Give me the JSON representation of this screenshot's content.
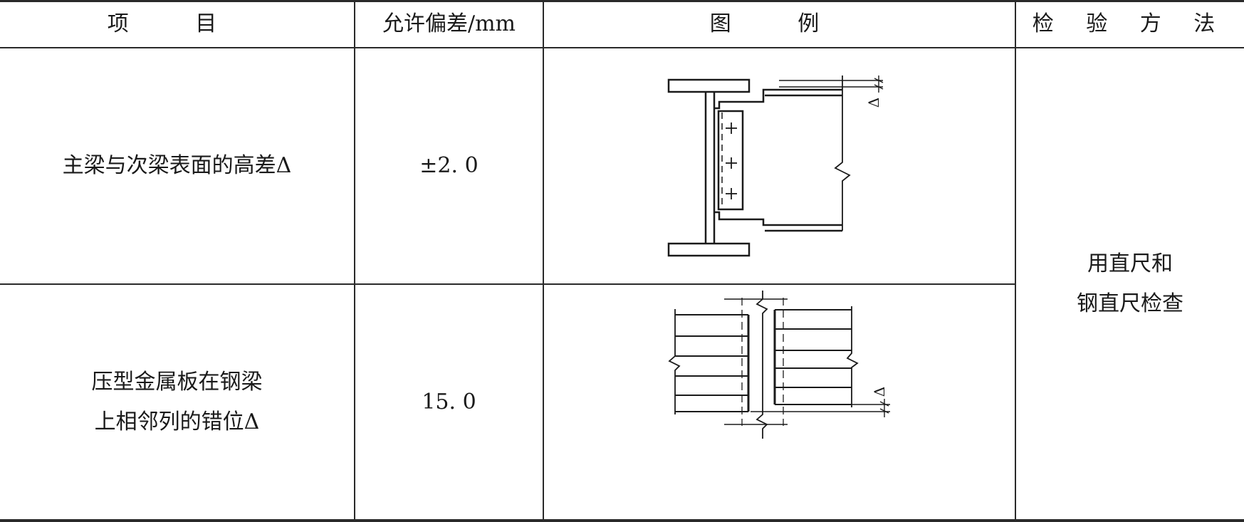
{
  "header": {
    "item": "项 目",
    "tolerance": "允许偏差/mm",
    "figure": "图 例",
    "method": "检 验 方 法"
  },
  "rows": [
    {
      "item": "主梁与次梁表面的高差Δ",
      "tolerance": "±2. 0",
      "figure_icon": "main-secondary-beam-height-difference-diagram"
    },
    {
      "item_line1": "压型金属板在钢梁",
      "item_line2": "上相邻列的错位Δ",
      "tolerance": "15. 0",
      "figure_icon": "profiled-sheet-misalignment-diagram"
    }
  ],
  "method": {
    "line1": "用直尺和",
    "line2": "钢直尺检查"
  },
  "figure_labels": {
    "delta": "Δ"
  }
}
